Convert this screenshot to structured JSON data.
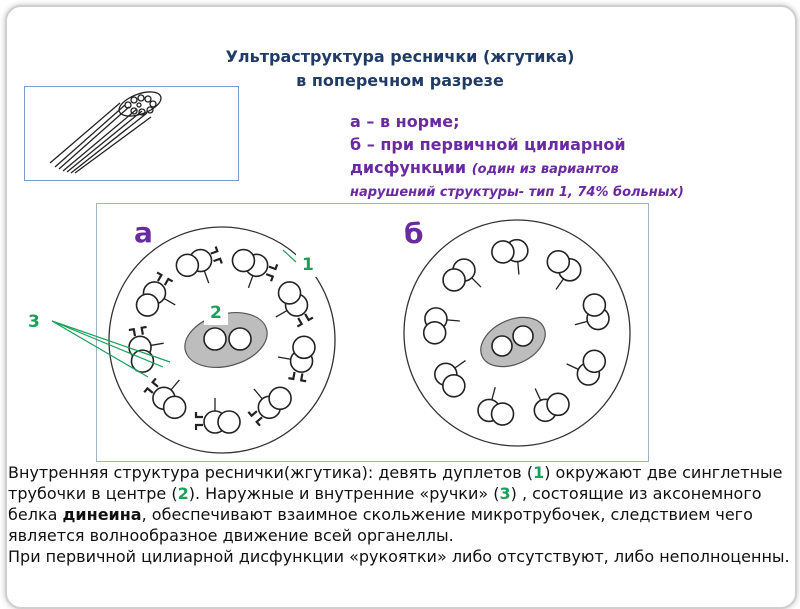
{
  "title": {
    "line1": "Ультраструктура реснички (жгутика)",
    "line2": "в поперечном разрезе"
  },
  "legend": {
    "line_a": "а – в норме;",
    "line_b": "б – при первичной цилиарной",
    "line_c": "дисфункции",
    "note_1": "(один из вариантов",
    "note_2": "нарушений структуры- тип 1, 74% больных)"
  },
  "diagram": {
    "panel_a_label": "а",
    "panel_b_label": "б",
    "label_1": "1",
    "label_2": "2",
    "label_3": "3"
  },
  "colors": {
    "title": "#1f3b66",
    "legend": "#6a2aa0",
    "numbers": "#1aa05a"
  },
  "body_text": {
    "p1_part1": "Внутренняя структура реснички(жгутика): девять дуплетов (",
    "p1_num1": "1",
    "p1_part2": ") окружают две синглетные трубочки в центре (",
    "p1_num2": "2",
    "p1_part3": "). Наружные и внутренние «ручки» (",
    "p1_num3": "3",
    "p1_part4": ") , состоящие из аксонемного белка ",
    "p1_bold": "динеина",
    "p1_part5": ", обеспечивают взаимное скольжение микротрубочек, следствием чего является волнообразное движение всей органеллы.",
    "p2": "При первичной цилиарной дисфункции «рукоятки» либо отсутствуют, либо неполноценны."
  }
}
